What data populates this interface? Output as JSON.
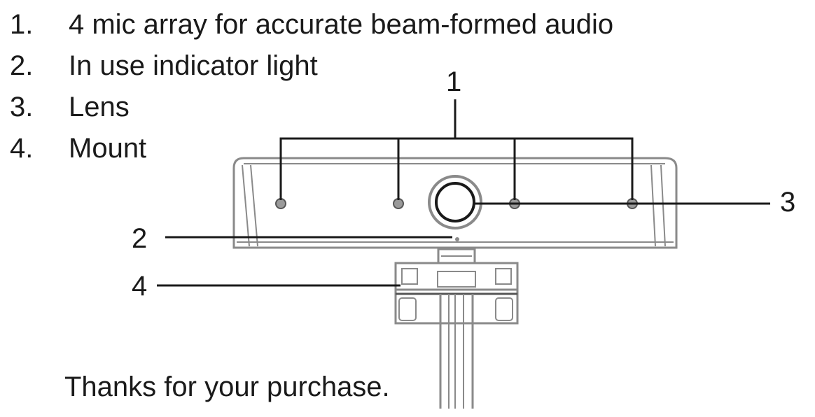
{
  "legend": {
    "items": [
      {
        "number": "1.",
        "label": "4 mic array for accurate beam-formed audio"
      },
      {
        "number": "2.",
        "label": "In use indicator light"
      },
      {
        "number": "3.",
        "label": "Lens"
      },
      {
        "number": "4.",
        "label": "Mount"
      }
    ]
  },
  "callouts": {
    "mic_array": "1",
    "indicator": "2",
    "lens": "3",
    "mount": "4"
  },
  "footer": {
    "thanks": "Thanks for your purchase."
  },
  "colors": {
    "line": "#1a1a1a",
    "body_outline": "#8a8a8a",
    "body_fill": "#ffffff"
  }
}
